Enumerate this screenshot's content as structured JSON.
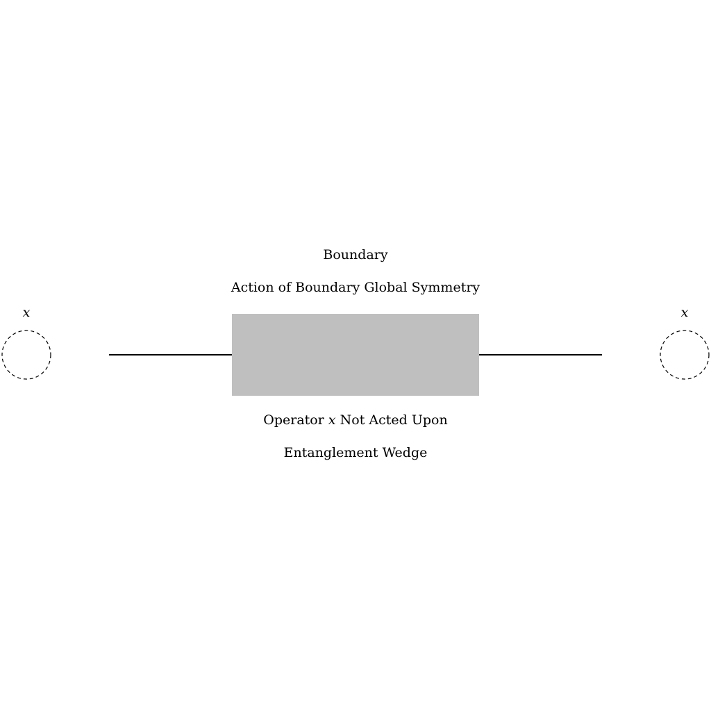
{
  "labels": {
    "top_title": "Boundary",
    "top_subtitle": "Action of Boundary Global Symmetry",
    "bottom_prefix": "Operator",
    "bottom_var": "x",
    "bottom_suffix": "Not Acted Upon",
    "bottom_caption": "Entanglement Wedge",
    "left_operator": "x",
    "right_operator": "x"
  },
  "colors": {
    "wedge_fill": "#bfbfbf",
    "line": "#000000",
    "background": "#ffffff"
  }
}
